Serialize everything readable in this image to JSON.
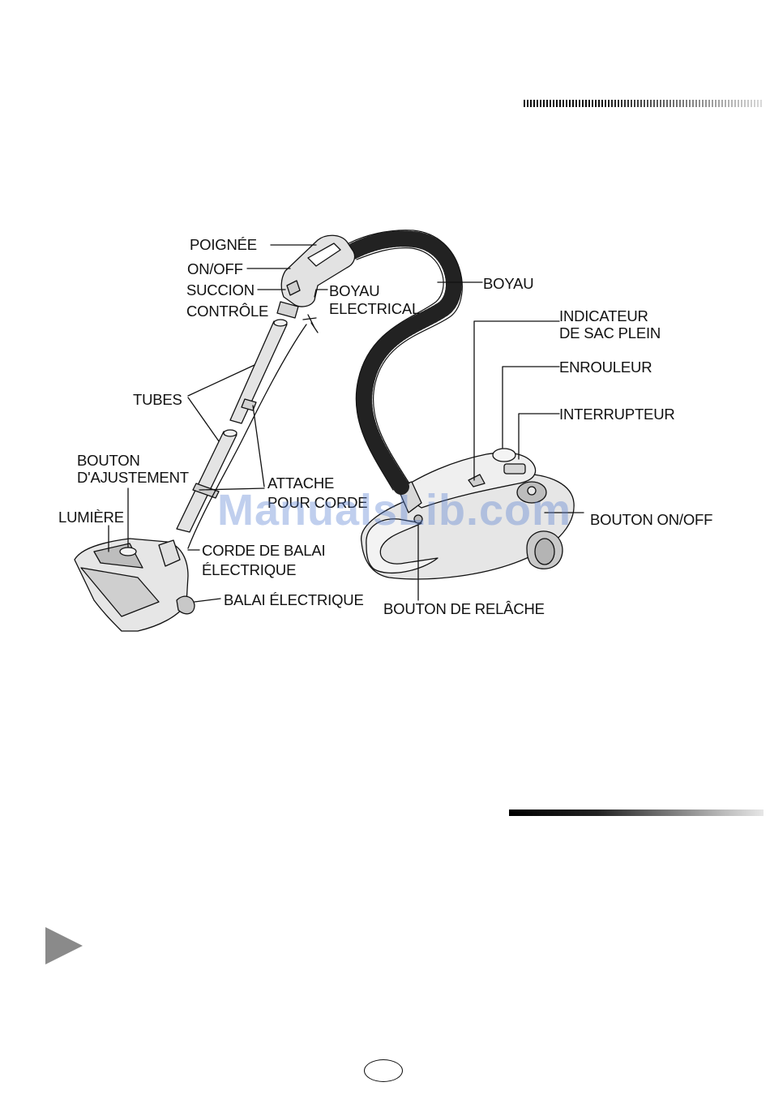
{
  "labels": {
    "poignee": "POIGNÉE",
    "onoff": "ON/OFF",
    "succion": "SUCCION",
    "controle": "CONTRÔLE",
    "boyau_elec_1": "BOYAU",
    "boyau_elec_2": "ELECTRICAL",
    "boyau": "BOYAU",
    "indicateur_1": "INDICATEUR",
    "indicateur_2": "DE SAC PLEIN",
    "enrouleur": "ENROULEUR",
    "interrupteur": "INTERRUPTEUR",
    "tubes": "TUBES",
    "bouton_adj_1": "BOUTON",
    "bouton_adj_2": "D'AJUSTEMENT",
    "attache_1": "ATTACHE",
    "attache_2": "POUR CORDE",
    "lumiere": "LUMIÈRE",
    "bouton_onoff": "BOUTON ON/OFF",
    "corde_1": "CORDE DE BALAI",
    "corde_2": "ÉLECTRIQUE",
    "balai": "BALAI ÉLECTRIQUE",
    "relache": "BOUTON DE RELÂCHE"
  },
  "watermark": "ManualsLib.com",
  "colors": {
    "line": "#111111",
    "body_fill": "#e4e4e4",
    "shade": "#bdbdbd",
    "marker": "#8a8a8a"
  }
}
